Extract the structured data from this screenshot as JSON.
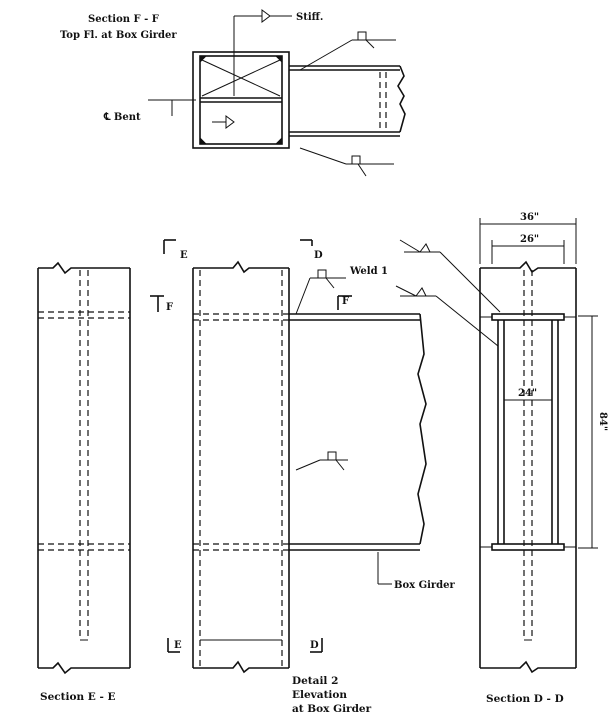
{
  "section_ff": {
    "title": "Section  F - F",
    "subtitle": "Top Fl. at Box Girder",
    "stiff_label": "Stiff.",
    "beam_label": "℄  Bent"
  },
  "detail": {
    "e_mark": "E",
    "d_mark": "D",
    "f_mark": "F",
    "weld_label": "Weld 1",
    "box_girder_label": "Box Girder",
    "caption_line1": "Detail 2",
    "caption_line2": "Elevation",
    "caption_line3": "at Box Girder"
  },
  "section_ee": {
    "caption": "Section  E - E"
  },
  "section_dd": {
    "caption": "Section  D - D",
    "dim_outer": "36\"",
    "dim_inner": "26\"",
    "dim_mid": "24\"",
    "dim_height": "84\""
  },
  "colors": {
    "ink": "#111111",
    "paper": "#ffffff"
  }
}
